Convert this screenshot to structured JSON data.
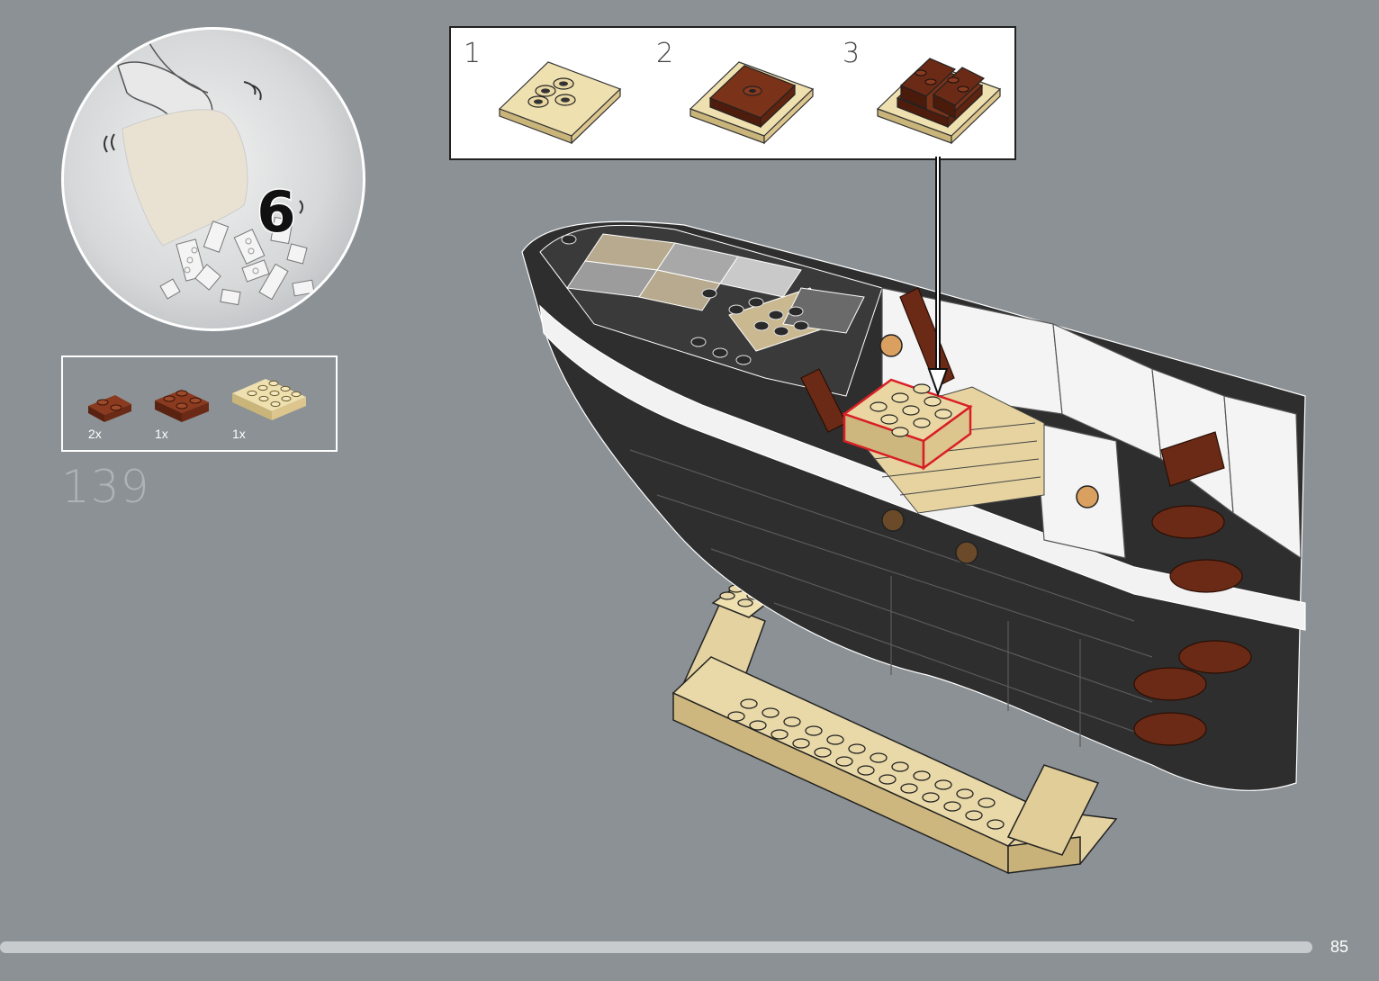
{
  "bag": {
    "number": "6"
  },
  "parts": [
    {
      "count": "2x",
      "color": "#6b2a16",
      "name": "brown-plate-1x2"
    },
    {
      "count": "1x",
      "color": "#7a3218",
      "name": "brown-plate-2x2"
    },
    {
      "count": "1x",
      "color": "#e4d2a0",
      "name": "tan-plate-3x3"
    }
  ],
  "step": {
    "number": "139"
  },
  "substeps": [
    {
      "label": "1"
    },
    {
      "label": "2"
    },
    {
      "label": "3"
    }
  ],
  "page": {
    "number": "85"
  },
  "colors": {
    "background": "#8b9195",
    "tan": "#e4d2a0",
    "brown": "#6b2a16",
    "dark_grey": "#3a3a3a",
    "highlight": "#d91f26"
  }
}
